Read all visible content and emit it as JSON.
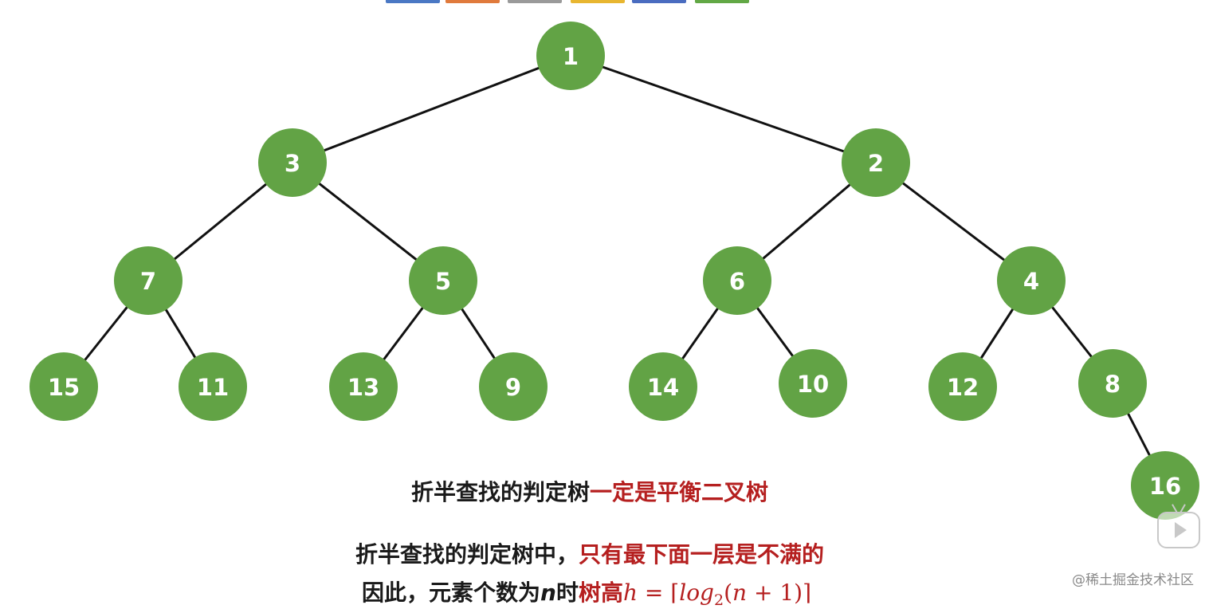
{
  "toolbar_tabs": [
    {
      "icon": "blue-tab",
      "color": "#4a78c4"
    },
    {
      "icon": "orange-tab",
      "color": "#e07a3c"
    },
    {
      "icon": "gray-tab",
      "color": "#9a9a9a"
    },
    {
      "icon": "yellow-tab",
      "color": "#e8b630"
    },
    {
      "icon": "blue-tab",
      "color": "#4a6cc0"
    },
    {
      "icon": "green-tab",
      "color": "#62a845"
    }
  ],
  "tree": {
    "node_color": "#62a345",
    "edge_color": "#111111",
    "nodes": [
      {
        "id": "1",
        "label": "1"
      },
      {
        "id": "3",
        "label": "3"
      },
      {
        "id": "2",
        "label": "2"
      },
      {
        "id": "7",
        "label": "7"
      },
      {
        "id": "5",
        "label": "5"
      },
      {
        "id": "6",
        "label": "6"
      },
      {
        "id": "4",
        "label": "4"
      },
      {
        "id": "15",
        "label": "15"
      },
      {
        "id": "11",
        "label": "11"
      },
      {
        "id": "13",
        "label": "13"
      },
      {
        "id": "9",
        "label": "9"
      },
      {
        "id": "14",
        "label": "14"
      },
      {
        "id": "10",
        "label": "10"
      },
      {
        "id": "12",
        "label": "12"
      },
      {
        "id": "8",
        "label": "8"
      },
      {
        "id": "16",
        "label": "16"
      }
    ],
    "edges": [
      [
        "1",
        "3"
      ],
      [
        "1",
        "2"
      ],
      [
        "3",
        "7"
      ],
      [
        "3",
        "5"
      ],
      [
        "2",
        "6"
      ],
      [
        "2",
        "4"
      ],
      [
        "7",
        "15"
      ],
      [
        "7",
        "11"
      ],
      [
        "5",
        "13"
      ],
      [
        "5",
        "9"
      ],
      [
        "6",
        "14"
      ],
      [
        "6",
        "10"
      ],
      [
        "4",
        "12"
      ],
      [
        "4",
        "8"
      ],
      [
        "8",
        "16"
      ]
    ]
  },
  "captions": {
    "line1_black": "折半查找的判定树",
    "line1_red": "一定是平衡二叉树",
    "line2_black": "折半查找的判定树中，",
    "line2_red": "只有最下面一层是不满的",
    "line3_black_a": "因此，元素个数为",
    "line3_var": "n",
    "line3_black_b": "时",
    "line3_red": "树高",
    "formula_lhs": "h",
    "formula_eq": " = ",
    "formula_lbrack": "⌈",
    "formula_log": "log",
    "formula_base": "2",
    "formula_arg_open": "(",
    "formula_arg_n": "n",
    "formula_arg_rest": " + 1)",
    "formula_rbrack": "⌉"
  },
  "watermark": "@稀土掘金技术社区",
  "overlay": {
    "icon": "video-play-icon"
  }
}
